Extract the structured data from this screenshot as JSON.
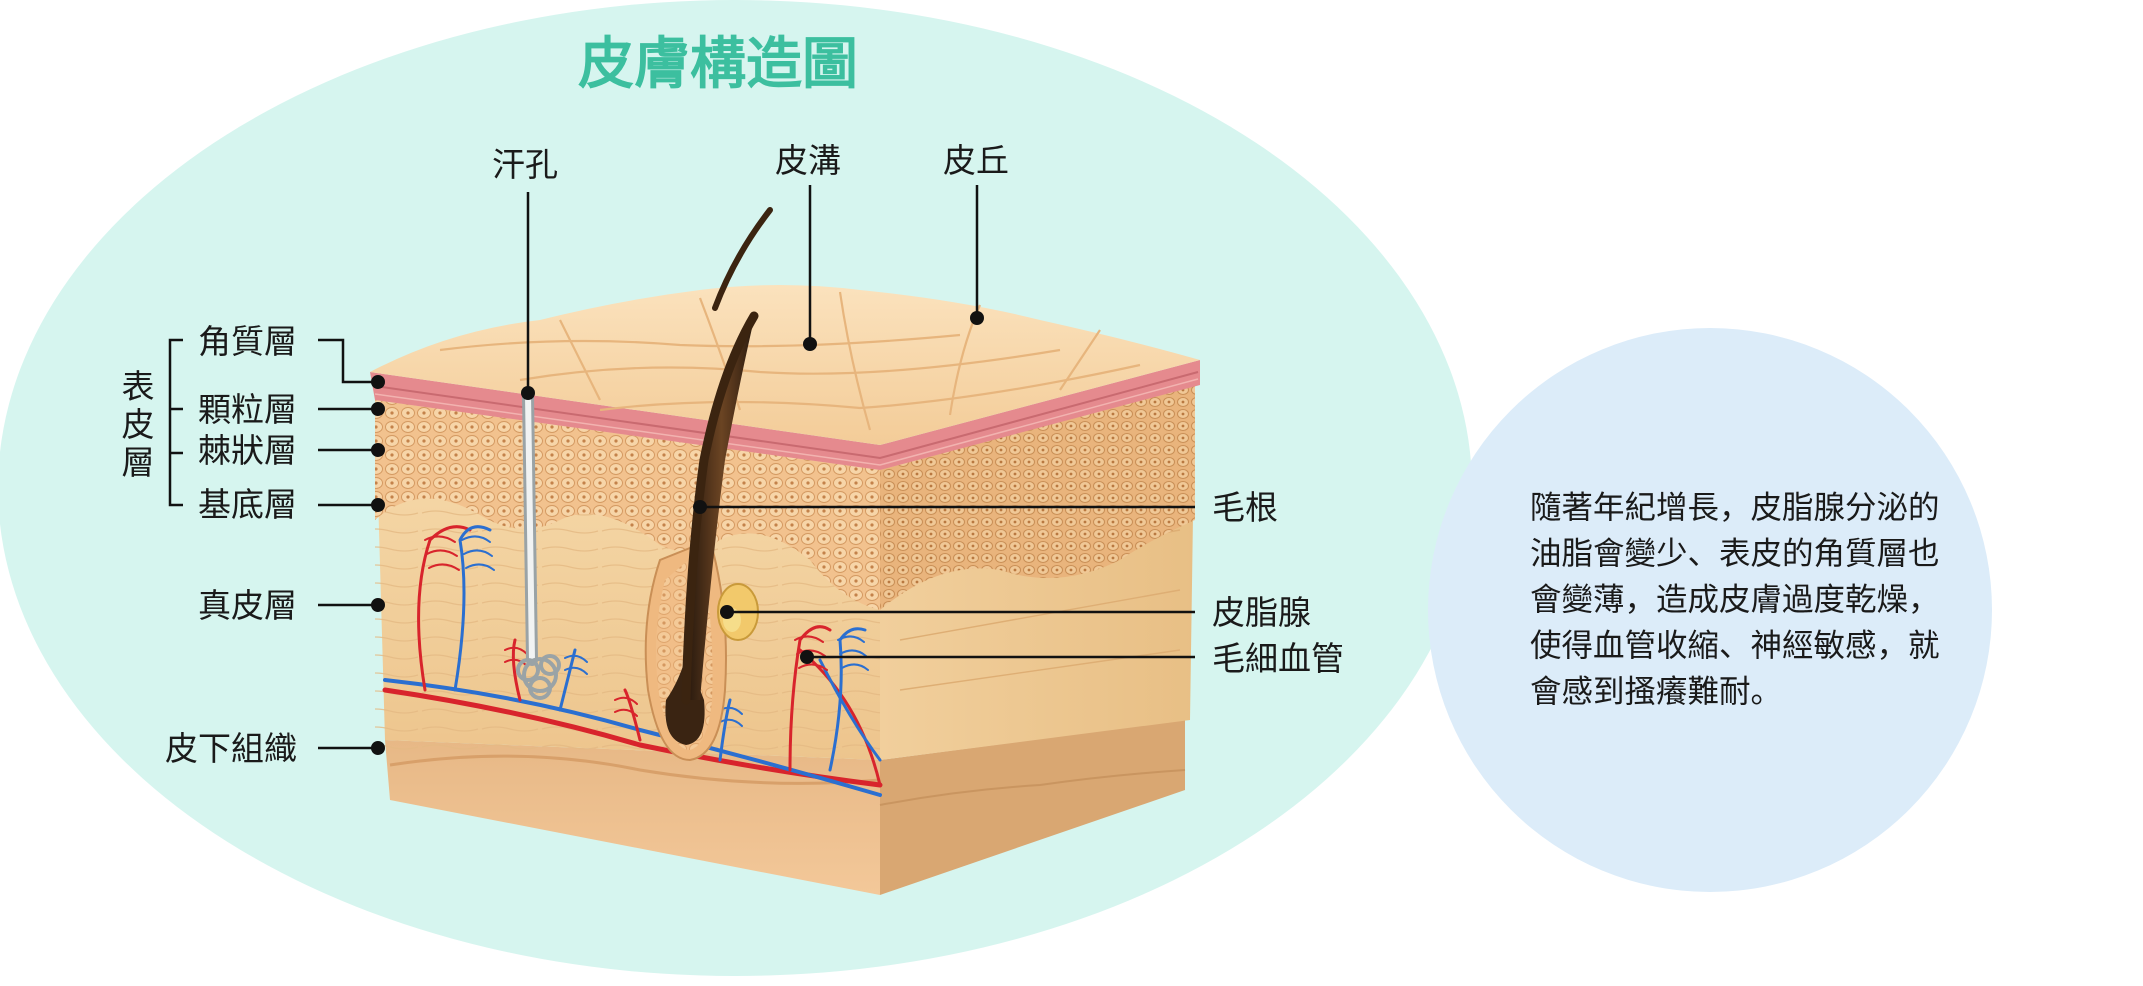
{
  "title": "皮膚構造圖",
  "colors": {
    "left_bg": "#d6f5ef",
    "right_bg": "#dcecf9",
    "title": "#3cbf9f",
    "leader": "#111111"
  },
  "labels": {
    "sweat_pore": "汗孔",
    "skin_groove": "皮溝",
    "skin_ridge": "皮丘",
    "stratum_corneum": "角質層",
    "stratum_granulosum": "顆粒層",
    "stratum_spinosum": "棘狀層",
    "stratum_basale": "基底層",
    "epidermis": "表皮層",
    "dermis": "真皮層",
    "subcutaneous": "皮下組織",
    "hair_root": "毛根",
    "sebaceous_gland": "皮脂腺",
    "capillary": "毛細血管"
  },
  "callout": {
    "text": "隨著年紀增長，皮脂腺分泌的油脂會變少、表皮的角質層也會變薄，造成皮膚過度乾燥，使得血管收縮、神經敏感，就會感到搔癢難耐。"
  }
}
